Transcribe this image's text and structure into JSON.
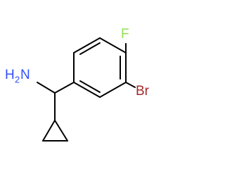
{
  "molecule": {
    "atoms": {
      "amine": {
        "symbol": "H",
        "subscript": "2",
        "element": "N",
        "color": "#3050F8"
      },
      "fluorine": {
        "symbol": "F",
        "color": "#90E050"
      },
      "bromine": {
        "symbol": "Br",
        "color": "#A62929"
      }
    },
    "bond_color": "#000000",
    "background": "#ffffff"
  }
}
